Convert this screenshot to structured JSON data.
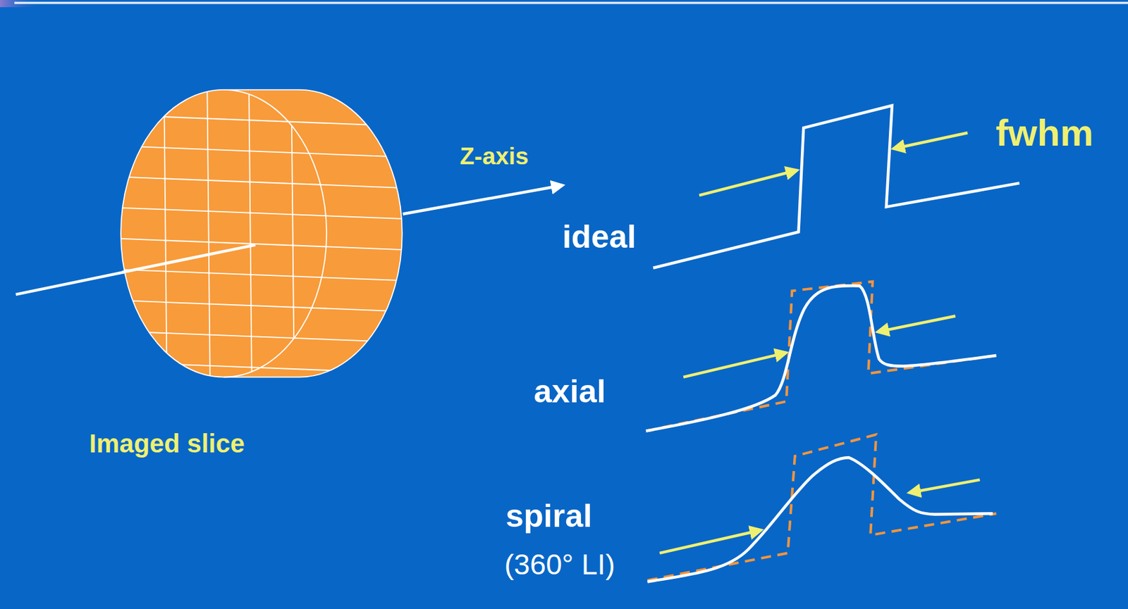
{
  "diagram": {
    "labels": [
      "Z-axis",
      "fwhm",
      "ideal",
      "axial",
      "spiral",
      "(360° LI)",
      "Imaged slice"
    ]
  }
}
